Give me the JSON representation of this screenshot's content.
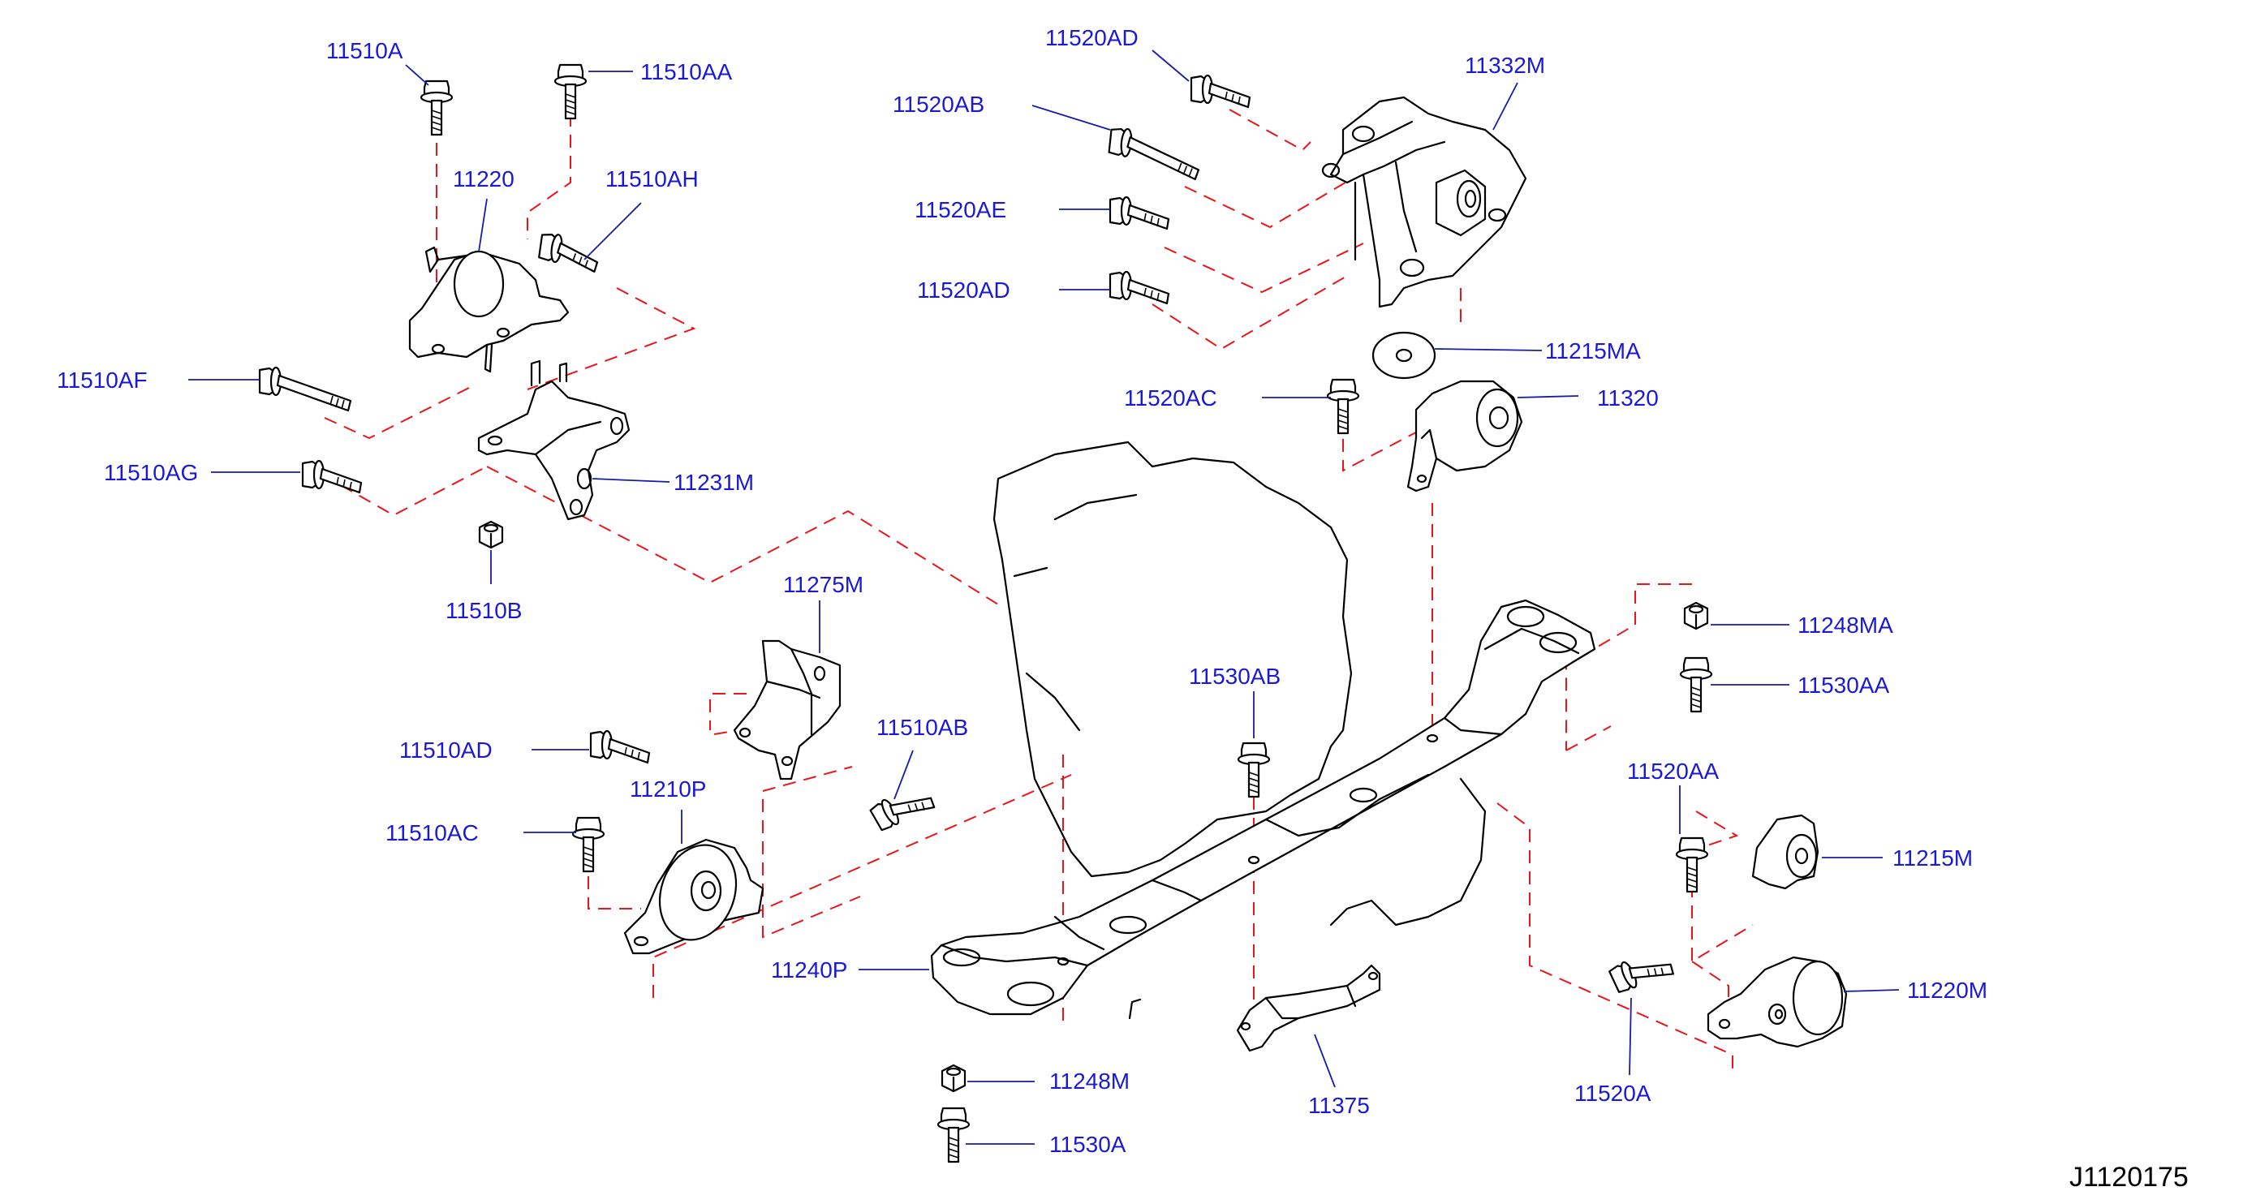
{
  "diagram_id": "J1120175",
  "parts": {
    "p_11510A": "11510A",
    "p_11510AA": "11510AA",
    "p_11220": "11220",
    "p_11510AH": "11510AH",
    "p_11510AF": "11510AF",
    "p_11510AG": "11510AG",
    "p_11231M": "11231M",
    "p_11510B": "11510B",
    "p_11520AD_top": "11520AD",
    "p_11332M": "11332M",
    "p_11520AB": "11520AB",
    "p_11520AE": "11520AE",
    "p_11520AD_mid": "11520AD",
    "p_11215MA": "11215MA",
    "p_11520AC": "11520AC",
    "p_11320": "11320",
    "p_11275M": "11275M",
    "p_11530AB": "11530AB",
    "p_11248MA": "11248MA",
    "p_11530AA": "11530AA",
    "p_11510AD": "11510AD",
    "p_11510AB": "11510AB",
    "p_11210P": "11210P",
    "p_11510AC": "11510AC",
    "p_11520AA": "11520AA",
    "p_11215M": "11215M",
    "p_11240P": "11240P",
    "p_11220M": "11220M",
    "p_11248M": "11248M",
    "p_11530A": "11530A",
    "p_11375": "11375",
    "p_11520A": "11520A"
  }
}
